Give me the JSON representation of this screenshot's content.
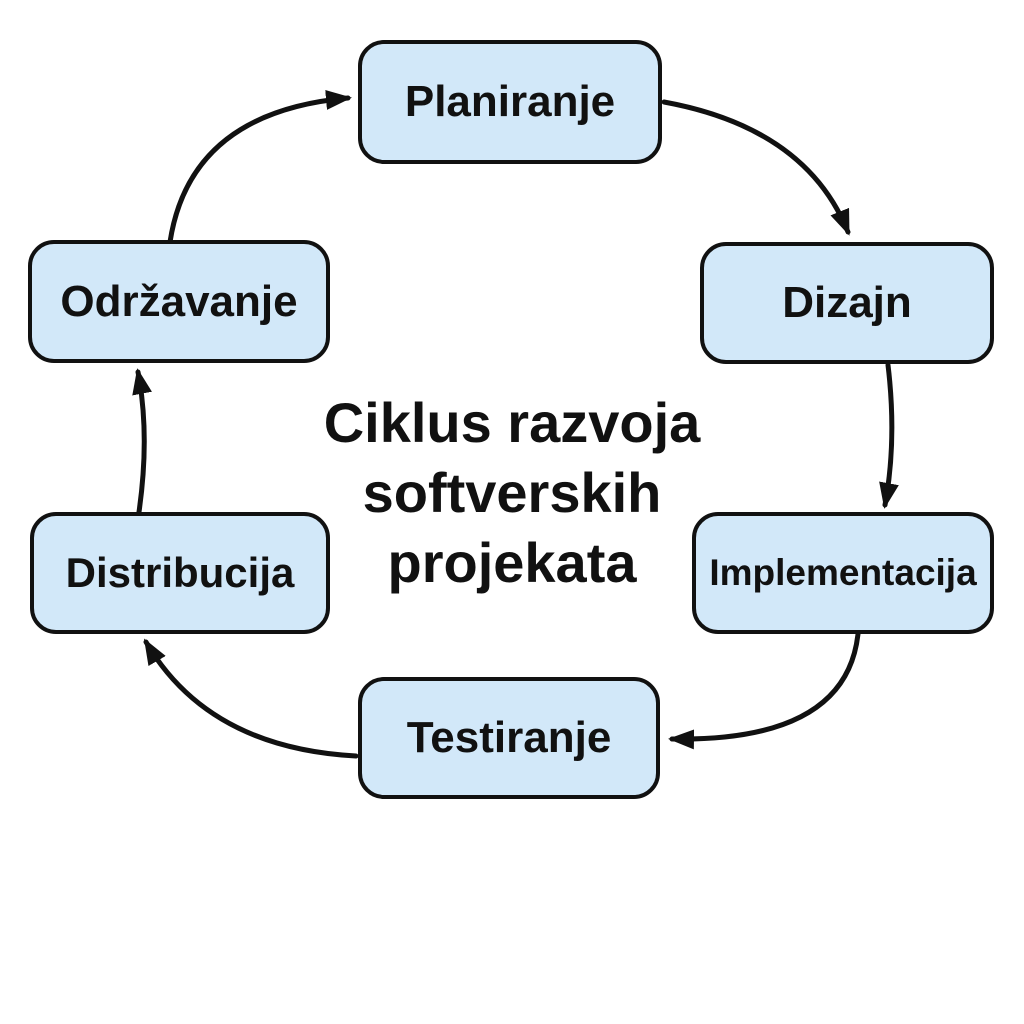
{
  "diagram": {
    "center_title": {
      "text": "Ciklus razvoja softverskih projekata",
      "lines": [
        "Ciklus razvoja",
        "softverskih",
        "projekata"
      ]
    },
    "nodes": [
      {
        "id": "planiranje",
        "label": "Planiranje"
      },
      {
        "id": "dizajn",
        "label": "Dizajn"
      },
      {
        "id": "implementacija",
        "label": "Implementacija"
      },
      {
        "id": "testiranje",
        "label": "Testiranje"
      },
      {
        "id": "distribucija",
        "label": "Distribucija"
      },
      {
        "id": "odrzavanje",
        "label": "Održavanje"
      }
    ],
    "edges": [
      {
        "from": "planiranje",
        "to": "dizajn"
      },
      {
        "from": "dizajn",
        "to": "implementacija"
      },
      {
        "from": "implementacija",
        "to": "testiranje"
      },
      {
        "from": "testiranje",
        "to": "distribucija"
      },
      {
        "from": "distribucija",
        "to": "odrzavanje"
      },
      {
        "from": "odrzavanje",
        "to": "planiranje"
      }
    ],
    "colors": {
      "node_fill": "#d2e8f9",
      "node_border": "#111111",
      "arrow": "#111111",
      "text": "#111111",
      "background": "#ffffff"
    }
  }
}
